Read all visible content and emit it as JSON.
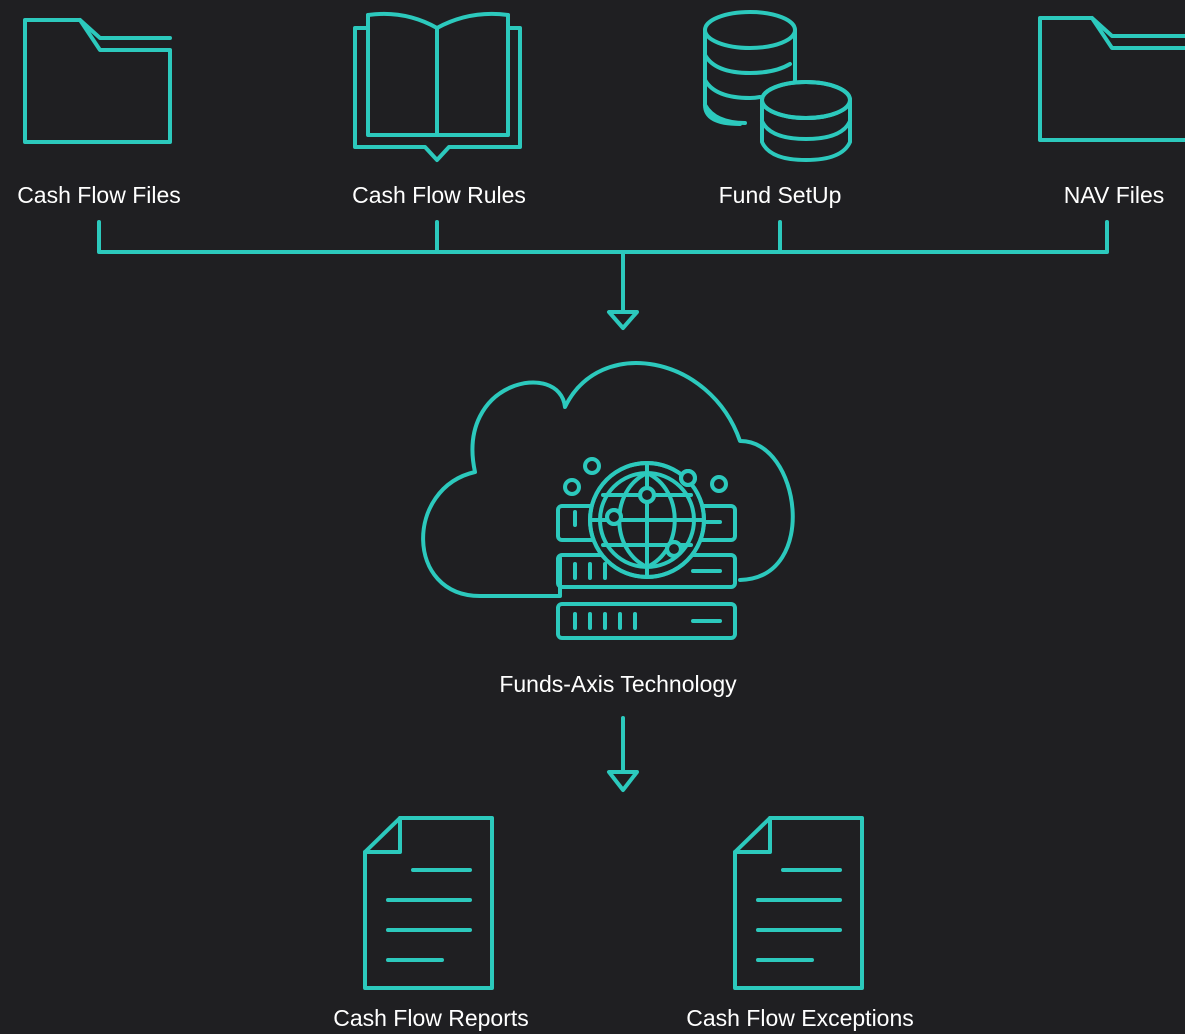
{
  "colors": {
    "background": "#1f1f22",
    "accent": "#2cc9bd",
    "text": "#ffffff"
  },
  "inputs": [
    {
      "label": "Cash Flow Files",
      "icon": "folder-icon"
    },
    {
      "label": "Cash Flow Rules",
      "icon": "book-icon"
    },
    {
      "label": "Fund SetUp",
      "icon": "database-icon"
    },
    {
      "label": "NAV Files",
      "icon": "folder-icon"
    }
  ],
  "hub": {
    "label": "Funds-Axis Technology",
    "icon": "cloud-server-globe-icon"
  },
  "outputs": [
    {
      "label": "Cash Flow Reports",
      "icon": "document-icon"
    },
    {
      "label": "Cash Flow Exceptions",
      "icon": "document-icon"
    }
  ]
}
